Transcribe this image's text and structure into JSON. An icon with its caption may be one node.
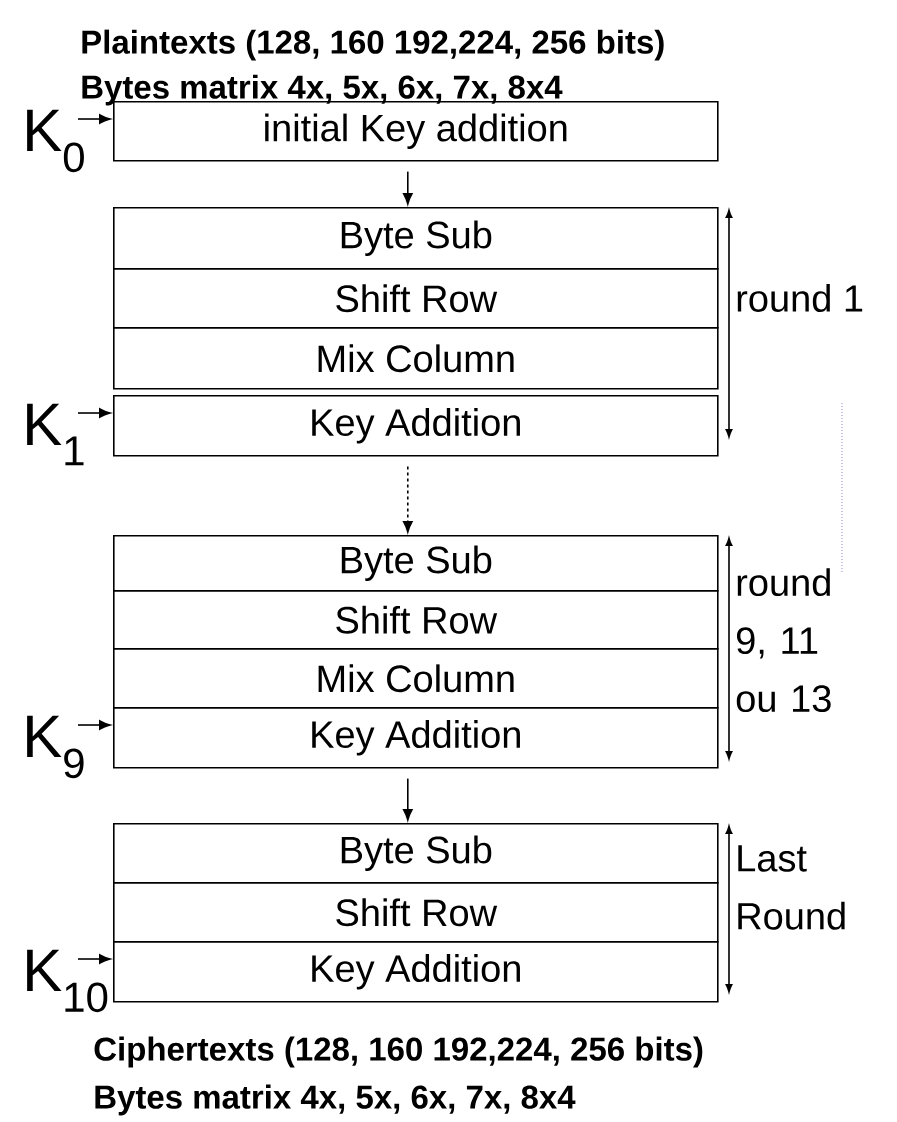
{
  "diagram": {
    "nodes": [
      {
        "text": [
          "K$_{0}$"
        ]
      },
      {
        "text": [
          "initial Key addition"
        ]
      },
      {
        "text": [
          "Byte Sub"
        ]
      },
      {
        "text": [
          "Shift Row"
        ]
      },
      {
        "text": [
          "Mix Column"
        ]
      },
      {
        "text": [
          "K$_{1}$"
        ]
      },
      {
        "text": [
          "Key Addition"
        ]
      },
      {
        "text": [
          "Byte Sub"
        ]
      },
      {
        "text": [
          "Shift Row"
        ]
      },
      {
        "text": [
          "Mix Column"
        ]
      },
      {
        "text": [
          "K$_{9}$"
        ]
      },
      {
        "text": [
          "Key Addition"
        ]
      },
      {
        "text": [
          "Byte Sub"
        ]
      },
      {
        "text": [
          "Shift Row"
        ]
      },
      {
        "text": [
          "K$_{10}$"
        ]
      },
      {
        "text": [
          "Key Addition"
        ]
      }
    ],
    "edges": [
      {
        "from": 0,
        "to": 1,
        "arrow": "to"
      },
      {
        "from": 1,
        "to": 2,
        "arrow": "to"
      },
      {
        "from": 5,
        "to": 6,
        "arrow": "to"
      },
      {
        "from": 6,
        "to": 7,
        "arrow": "to",
        "style": "dashed"
      },
      {
        "from": 10,
        "to": 11,
        "arrow": "to"
      },
      {
        "from": 11,
        "to": 12,
        "arrow": "to"
      },
      {
        "from": 14,
        "to": 15,
        "arrow": "to"
      }
    ],
    "labels": [
      "Plaintexts (128, 160 192,224, 256 bits)",
      "Bytes matrix 4x, 5x, 6x, 7x, 8x4",
      "round 1",
      "round 9, 11 ou 13",
      "Last Round",
      "Ciphertexts (128, 160 192,224, 256 bits)",
      "Bytes matrix 4x, 5x, 6x, 7x, 8x4"
    ]
  }
}
